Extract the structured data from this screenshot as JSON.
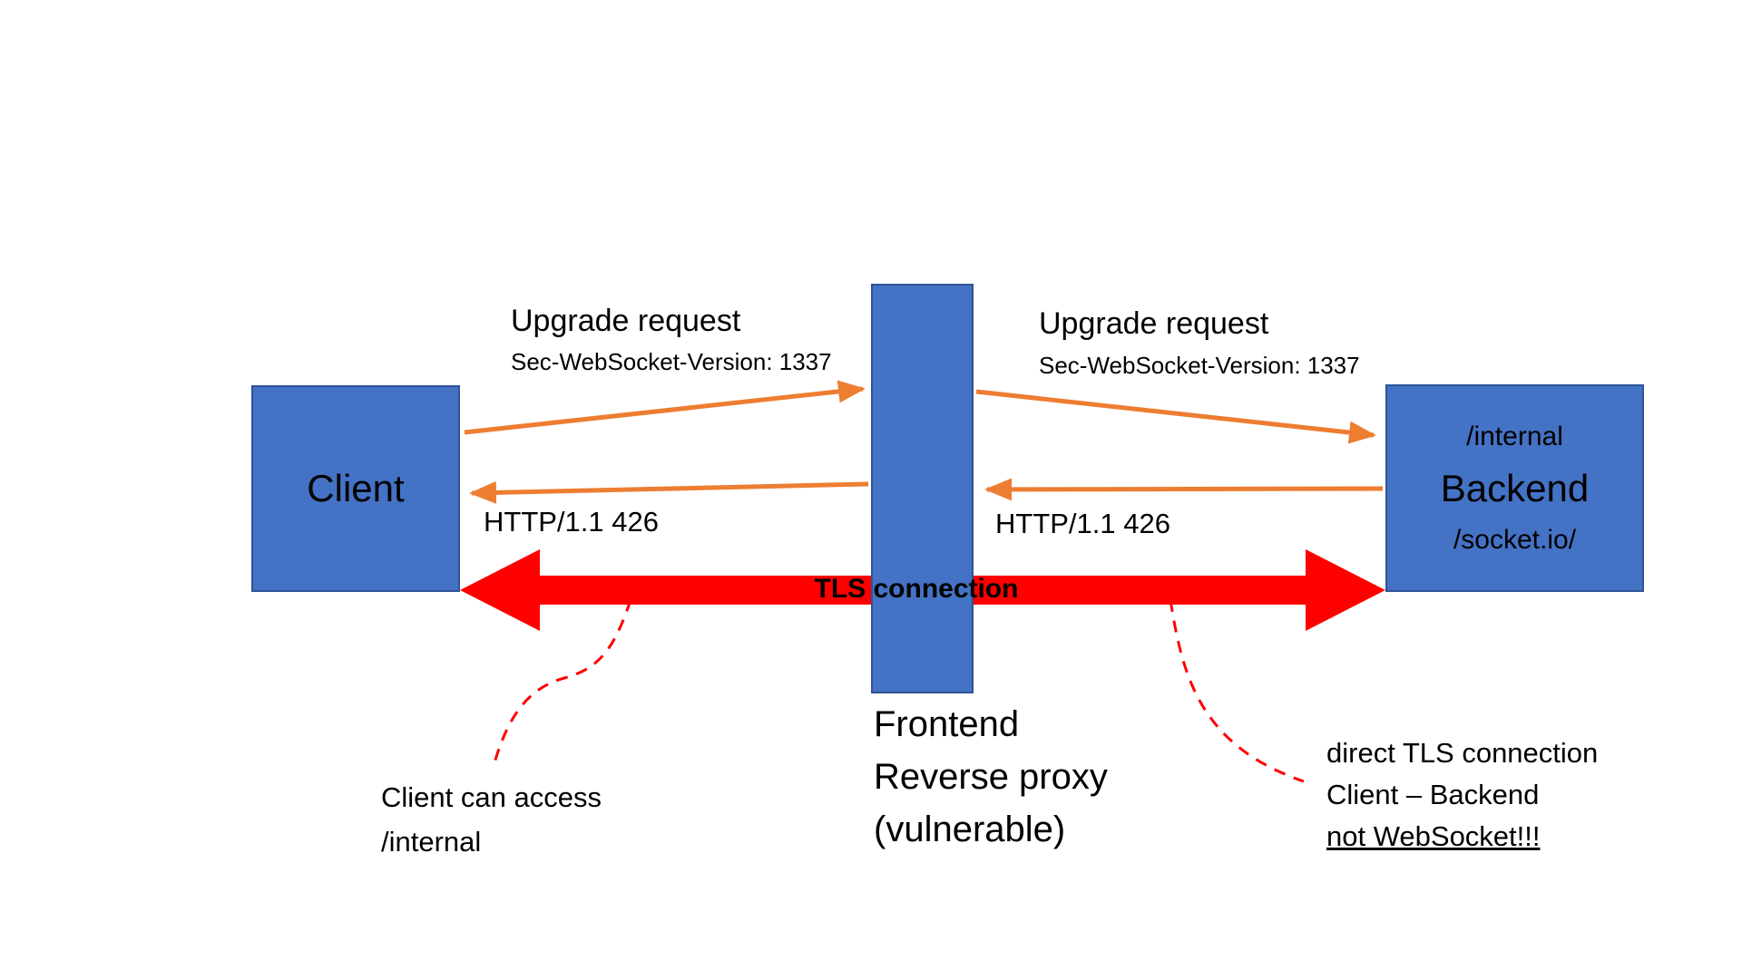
{
  "colors": {
    "node_fill": "#4472c4",
    "node_border": "#2f5496",
    "arrow_orange": "#ed7d31",
    "arrow_red": "#ff0000",
    "text": "#000000",
    "background": "#ffffff"
  },
  "nodes": {
    "client": {
      "label": "Client"
    },
    "proxy": {
      "lines": [
        "Frontend",
        "Reverse proxy",
        "(vulnerable)"
      ]
    },
    "backend": {
      "path_internal": "/internal",
      "label": "Backend",
      "path_socketio": "/socket.io/"
    }
  },
  "messages": {
    "client_to_proxy": {
      "title": "Upgrade request",
      "header": "Sec-WebSocket-Version: 1337"
    },
    "proxy_to_backend": {
      "title": "Upgrade request",
      "header": "Sec-WebSocket-Version: 1337"
    },
    "proxy_to_client_response": "HTTP/1.1 426",
    "backend_to_proxy_response": "HTTP/1.1 426"
  },
  "tls": {
    "label": "TLS connection"
  },
  "annotations": {
    "client_side": {
      "lines": [
        "Client can access",
        "/internal"
      ]
    },
    "backend_side": {
      "lines": [
        "direct TLS connection",
        "Client – Backend",
        "not WebSocket!!!"
      ]
    }
  }
}
